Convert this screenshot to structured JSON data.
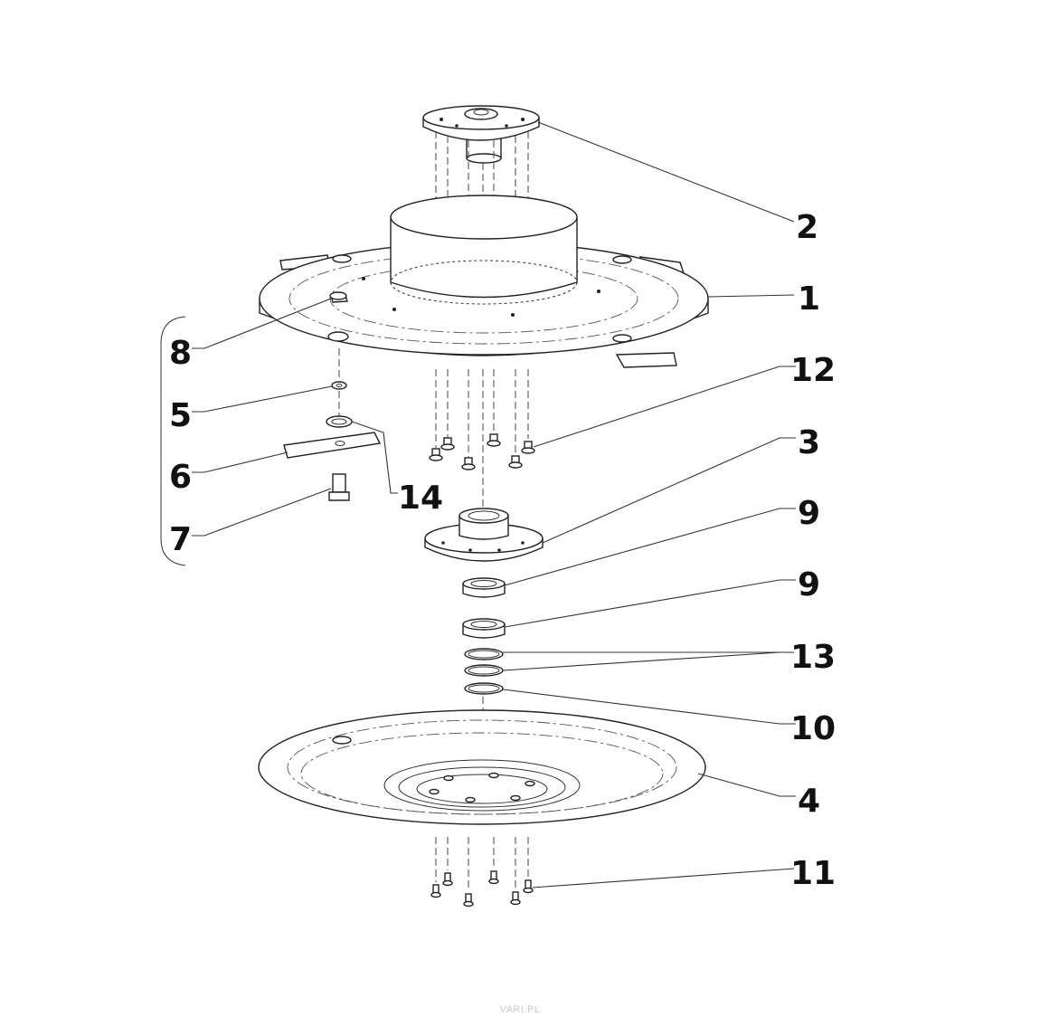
{
  "callouts": [
    {
      "id": "1",
      "label": "1"
    },
    {
      "id": "2",
      "label": "2"
    },
    {
      "id": "3",
      "label": "3"
    },
    {
      "id": "4",
      "label": "4"
    },
    {
      "id": "5",
      "label": "5"
    },
    {
      "id": "6",
      "label": "6"
    },
    {
      "id": "7",
      "label": "7"
    },
    {
      "id": "8",
      "label": "8"
    },
    {
      "id": "9a",
      "label": "9"
    },
    {
      "id": "9b",
      "label": "9"
    },
    {
      "id": "10",
      "label": "10"
    },
    {
      "id": "11",
      "label": "11"
    },
    {
      "id": "12",
      "label": "12"
    },
    {
      "id": "13",
      "label": "13"
    },
    {
      "id": "14",
      "label": "14"
    }
  ],
  "watermark": "VARI.PL",
  "colors": {
    "line": "#222222",
    "background": "#ffffff",
    "watermark": "#c9c9c9"
  }
}
